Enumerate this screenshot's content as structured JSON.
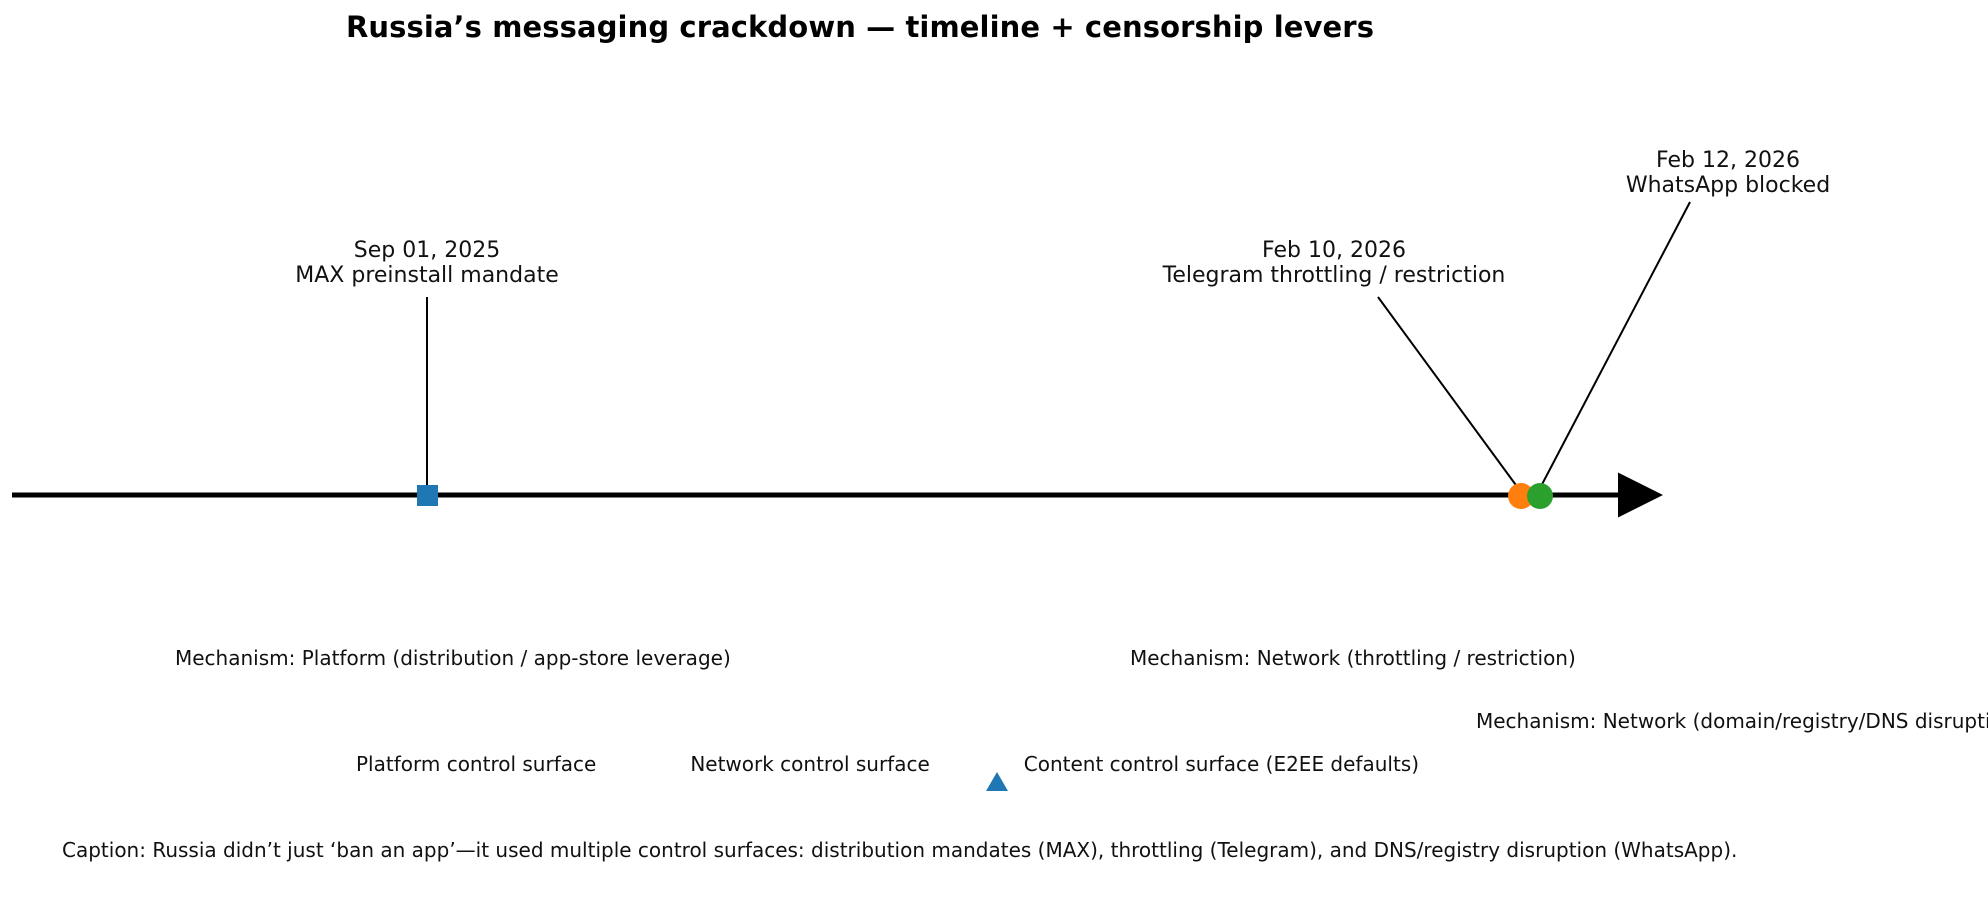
{
  "chart_data": {
    "type": "timeline",
    "title": "Russia’s messaging crackdown — timeline + censorship levers",
    "xlabel": "",
    "ylabel": "",
    "grid": false,
    "axis": {
      "style": "arrow",
      "direction": "left-to-right",
      "ticks_shown": false
    },
    "events": [
      {
        "date": "Sep 01, 2025",
        "label": "MAX preinstall mandate",
        "marker": "square",
        "color": "#1f77b4",
        "control_surface": "Platform control surface",
        "mechanism": "Mechanism: Platform (distribution / app-store leverage)"
      },
      {
        "date": "Feb 10, 2026",
        "label": "Telegram throttling / restriction",
        "marker": "circle",
        "color": "#ff7f0e",
        "control_surface": "Network control surface",
        "mechanism": "Mechanism: Network (throttling / restriction)"
      },
      {
        "date": "Feb 12, 2026",
        "label": "WhatsApp blocked",
        "marker": "circle",
        "color": "#2ca02c",
        "control_surface": "Network control surface",
        "mechanism": "Mechanism: Network (domain/registry/DNS disruption)"
      }
    ],
    "legend": {
      "position": "bottom-left",
      "entries": [
        {
          "label": "Platform control surface",
          "marker": "square",
          "color": "#1f77b4"
        },
        {
          "label": "Network control surface",
          "marker": "circle",
          "color": "#1f77b4"
        },
        {
          "label": "Content control surface (E2EE defaults)",
          "marker": "triangle",
          "color": "#1f77b4"
        }
      ]
    },
    "caption": "Caption: Russia didn’t just ‘ban an app’—it used multiple control surfaces: distribution mandates (MAX), throttling (Telegram), and DNS/registry disruption (WhatsApp)."
  },
  "annotations": [
    {
      "date": "Sep 01, 2025",
      "text": "MAX preinstall mandate"
    },
    {
      "date": "Feb 10, 2026",
      "text": "Telegram throttling / restriction"
    },
    {
      "date": "Feb 12, 2026",
      "text": "WhatsApp blocked"
    }
  ],
  "mechanisms": [
    "Mechanism: Platform (distribution / app-store leverage)",
    "Mechanism: Network (throttling / restriction)",
    "Mechanism: Network (domain/registry/DNS disruption)"
  ],
  "colors": {
    "platform": "#1f77b4",
    "telegram": "#ff7f0e",
    "whatsapp": "#2ca02c",
    "axis": "#000000",
    "text": "#111111",
    "background": "#ffffff"
  }
}
